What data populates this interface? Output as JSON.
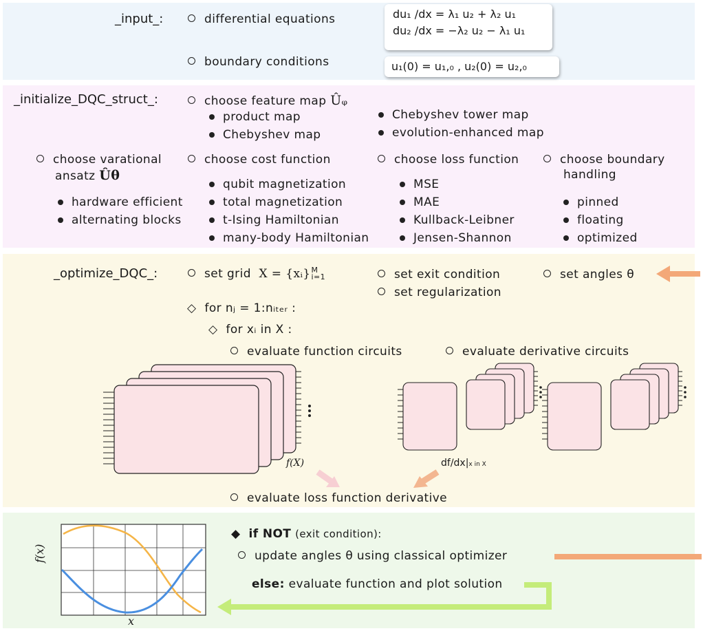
{
  "input": {
    "section": "_input_:",
    "diff_eq": "differential equations",
    "bc": "boundary conditions",
    "eq1": "du₁ /dx = λ₁ u₂ + λ₂ u₁",
    "eq2": "du₂ /dx = −λ₂ u₂ − λ₁ u₁",
    "bc_eq": "u₁(0) = u₁,₀ ,    u₂(0) = u₂,₀"
  },
  "init": {
    "section": "_initialize_DQC_struct_:",
    "feature_map": "choose feature map",
    "feature_sym": "Ûᵩ",
    "maps": [
      "product map",
      "Chebyshev map",
      "Chebyshev tower map",
      "evolution-enhanced map"
    ],
    "ansatz_1": "choose varational",
    "ansatz_2": "ansatz",
    "ansatz_sym": "Ûθ",
    "ansatz_items": [
      "hardware efficient",
      "alternating blocks"
    ],
    "cost": "choose cost function",
    "cost_items": [
      "qubit magnetization",
      "total magnetization",
      "t-Ising Hamiltonian",
      "many-body Hamiltonian"
    ],
    "loss": "choose loss function",
    "loss_items": [
      "MSE",
      "MAE",
      "Kullback-Leibner",
      "Jensen-Shannon"
    ],
    "boundary_1": "choose boundary",
    "boundary_2": "handling",
    "boundary_items": [
      "pinned",
      "floating",
      "optimized"
    ]
  },
  "opt": {
    "section": "_optimize_DQC_:",
    "grid": "set grid",
    "grid_expr": "X = {xᵢ}",
    "grid_sup": "M",
    "grid_sub": "i=1",
    "exit": "set exit condition",
    "reg": "set regularization",
    "angles": "set angles θ",
    "loop1": "for  nⱼ = 1:nᵢₜₑᵣ :",
    "loop2": "for  xᵢ  in X :",
    "eval_func": "evaluate function circuits",
    "eval_deriv": "evaluate derivative circuits",
    "fx": "f(X)",
    "dfdx": "df/dx|",
    "dfdx_sub": "x in X",
    "eval_loss": "evaluate loss function derivative",
    "colors": {
      "arrow_orange": "#f3a878",
      "arrow_pink": "#f7cfd3",
      "circuit_fill": "#fbe3e6"
    }
  },
  "final": {
    "if": "if NOT",
    "if_cond": "(exit condition):",
    "update": "update angles θ using classical optimizer",
    "else": "else:",
    "else_text": "evaluate function and plot solution",
    "plot_ylabel": "f(x)",
    "plot_xlabel": "x",
    "colors": {
      "line_orange": "#f5b547",
      "line_blue": "#4a8fe0",
      "arrow_green": "#c4ec7a"
    }
  }
}
